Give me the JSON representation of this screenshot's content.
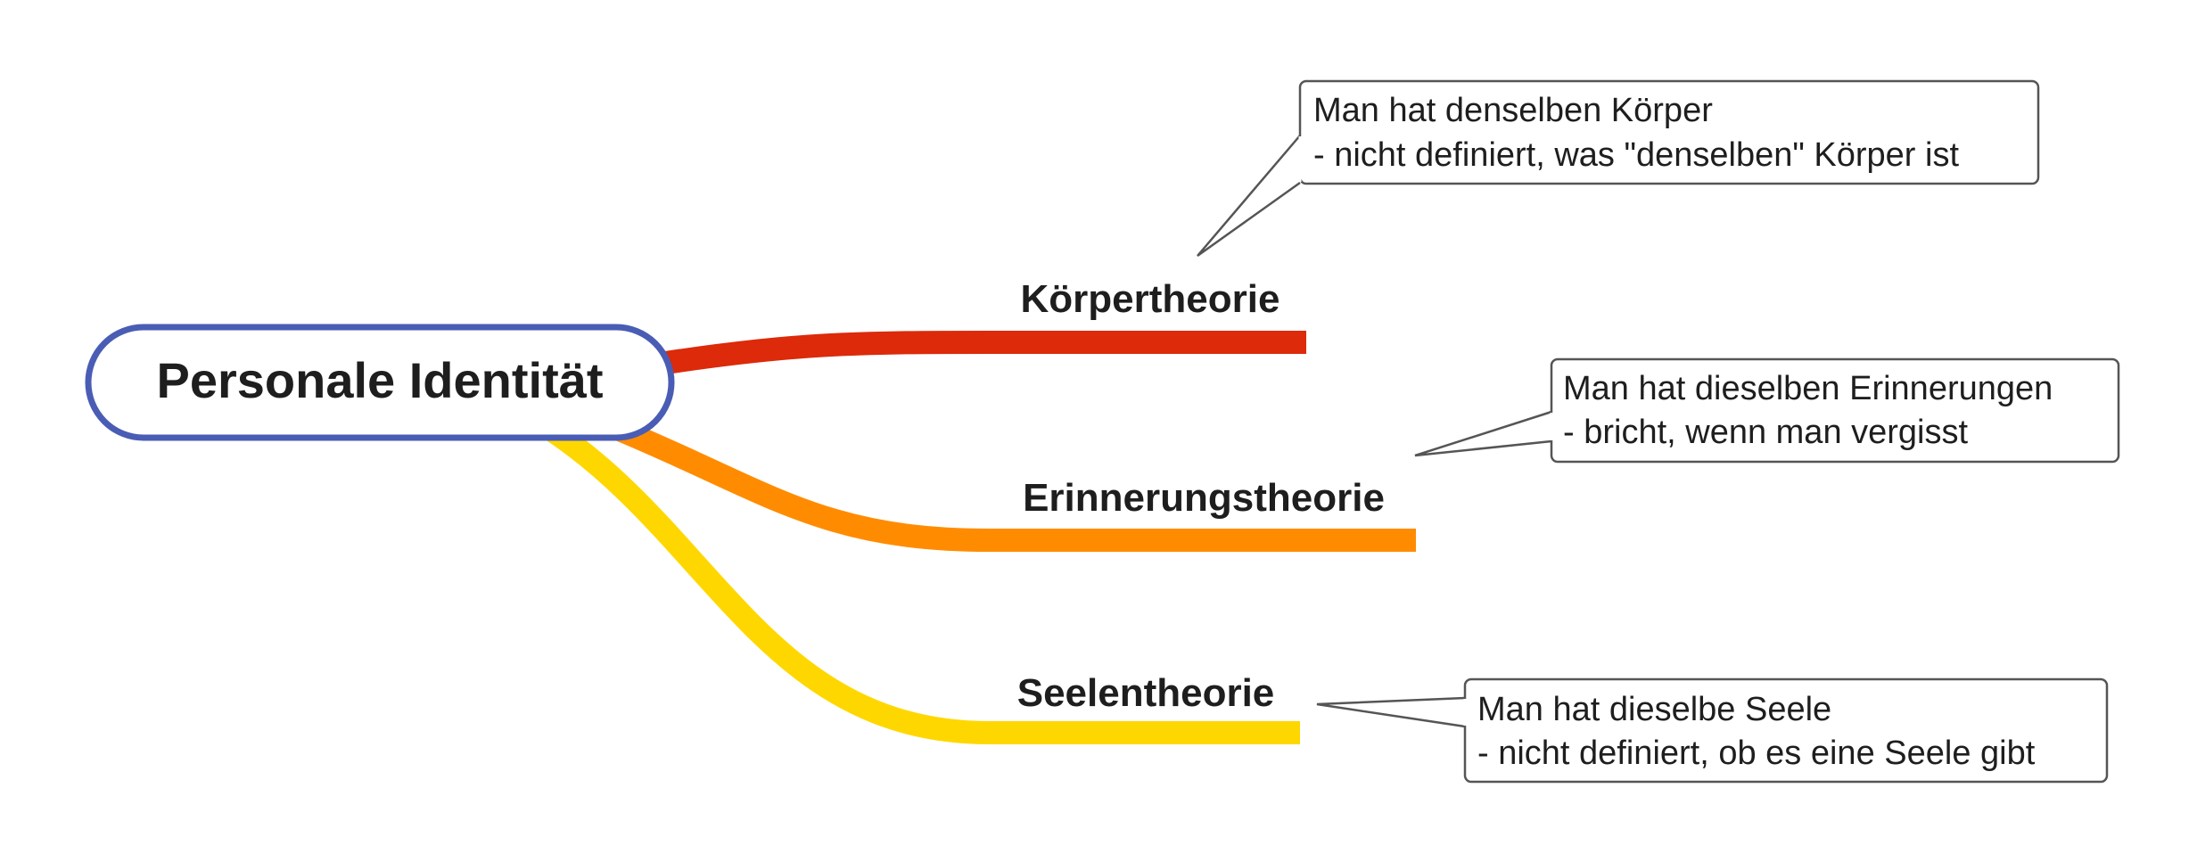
{
  "root": {
    "label": "Personale Identität",
    "border_color": "#4a5db5"
  },
  "branches": [
    {
      "id": "koerper",
      "label": "Körpertheorie",
      "color": "#dc2a0a",
      "callout": {
        "line1": "Man hat denselben Körper",
        "line2": "- nicht definiert, was \"denselben\" Körper ist"
      }
    },
    {
      "id": "erinnerung",
      "label": "Erinnerungstheorie",
      "color": "#ff8c00",
      "callout": {
        "line1": "Man hat dieselben Erinnerungen",
        "line2": "- bricht, wenn man vergisst"
      }
    },
    {
      "id": "seele",
      "label": "Seelentheorie",
      "color": "#ffd700",
      "callout": {
        "line1": "Man hat dieselbe Seele",
        "line2": "- nicht definiert, ob es eine Seele gibt"
      }
    }
  ]
}
